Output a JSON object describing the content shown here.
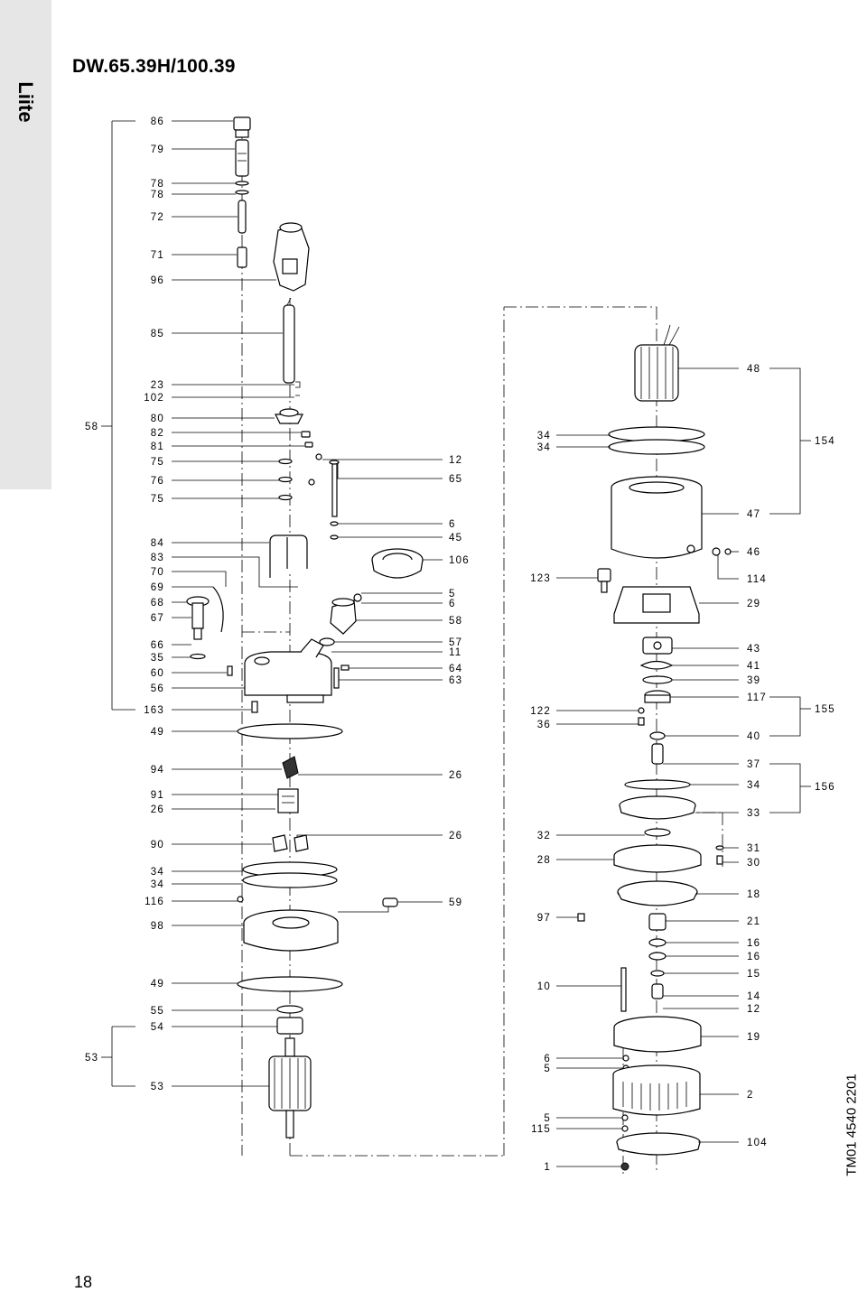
{
  "side_tab": {
    "label": "Liite"
  },
  "title": "DW.65.39H/100.39",
  "page_number": "18",
  "drawing_code": "TM01 4540 2201",
  "left_column_labels": [
    "86",
    "79",
    "78",
    "78",
    "72",
    "71",
    "96",
    "85",
    "23",
    "102",
    "80",
    "82",
    "81",
    "75",
    "76",
    "75",
    "84",
    "83",
    "70",
    "69",
    "68",
    "67",
    "66",
    "35",
    "60",
    "56",
    "163",
    "49",
    "94",
    "91",
    "26",
    "90",
    "34",
    "34",
    "116",
    "98",
    "49",
    "55",
    "54",
    "53"
  ],
  "group_labels": {
    "upper_assembly": "58",
    "rotor_assembly": "53",
    "motor_kit": "154",
    "bearing_kit": "155",
    "seal_kit": "156"
  },
  "middle_column_labels": [
    "12",
    "65",
    "6",
    "45",
    "106",
    "5",
    "6",
    "58",
    "57",
    "11",
    "64",
    "63",
    "26",
    "26",
    "59"
  ],
  "right_left_labels": [
    "34",
    "34",
    "123",
    "122",
    "36",
    "32",
    "28",
    "97",
    "10",
    "6",
    "5",
    "5",
    "115",
    "1"
  ],
  "right_column_labels": [
    "48",
    "47",
    "46",
    "114",
    "29",
    "43",
    "41",
    "39",
    "117",
    "40",
    "37",
    "34",
    "33",
    "31",
    "30",
    "18",
    "21",
    "16",
    "16",
    "15",
    "14",
    "12",
    "19",
    "2",
    "104"
  ]
}
